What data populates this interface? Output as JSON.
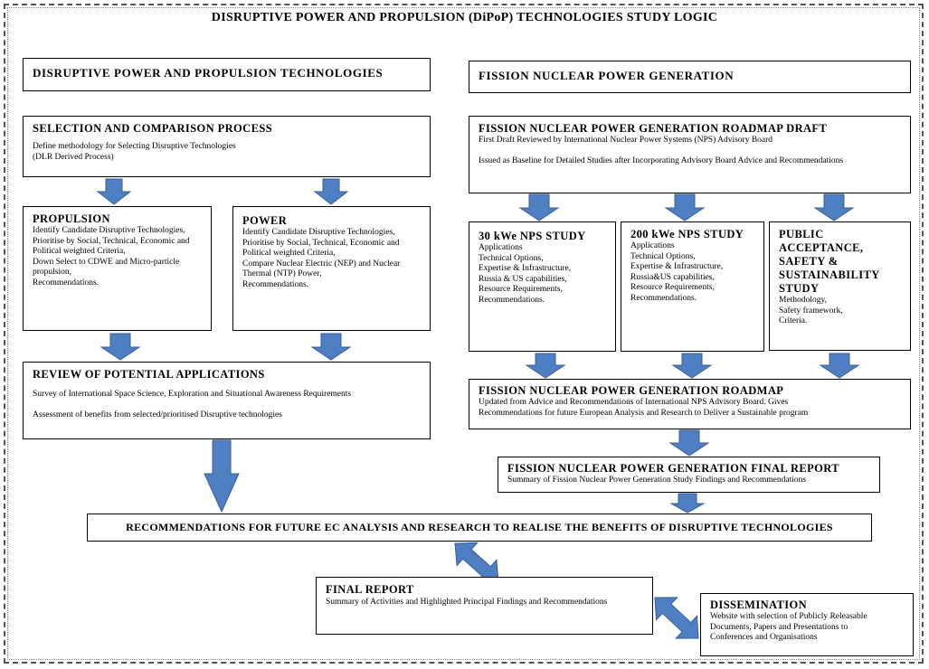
{
  "title": "DISRUPTIVE POWER AND PROPULSION (DiPoP) TECHNOLOGIES STUDY LOGIC",
  "left": {
    "header": "DISRUPTIVE POWER AND PROPULSION TECHNOLOGIES",
    "selection": {
      "title": "SELECTION AND COMPARISON PROCESS",
      "line1": "Define methodology for Selecting Disruptive Technologies",
      "line2": "(DLR Derived Process)"
    },
    "propulsion": {
      "title": "PROPULSION",
      "lines": [
        "Identify Candidate Disruptive Technologies,",
        "Prioritise by Social, Technical, Economic and Political weighted Criteria,",
        "Down Select to CDWE and Micro-particle propulsion,",
        "Recommendations."
      ]
    },
    "power": {
      "title": "POWER",
      "lines": [
        "Identify Candidate Disruptive Technologies,",
        "Prioritise by Social, Technical, Economic and Political weighted Criteria,",
        "Compare Nuclear Electric (NEP) and Nuclear Thermal (NTP) Power,",
        "Recommendations."
      ]
    },
    "review": {
      "title": "REVIEW OF POTENTIAL APPLICATIONS",
      "line1": "Survey of International Space Science, Exploration and Situational Awareness Requirements",
      "line2": "Assessment of benefits from selected/prioritised Disruptive technologies"
    }
  },
  "right": {
    "header": "FISSION NUCLEAR POWER GENERATION",
    "draft": {
      "title": "FISSION NUCLEAR POWER GENERATION ROADMAP DRAFT",
      "line1": "First Draft Reviewed by International Nuclear Power Systems (NPS) Advisory Board",
      "line2": "Issued as Baseline for Detailed Studies after Incorporating Advisory Board Advice and Recommendations"
    },
    "study30": {
      "title": "30 kWe NPS STUDY",
      "lines": [
        "Applications",
        "Technical Options,",
        "Expertise & Infrastructure,",
        "Russia & US capabilities,",
        "Resource Requirements,",
        "Recommendations."
      ]
    },
    "study200": {
      "title": "200 kWe NPS STUDY",
      "lines": [
        "Applications",
        "Technical Options,",
        "Expertise & Infrastructure,",
        "Russia&US capabilities,",
        "Resource Requirements,",
        "Recommendations."
      ]
    },
    "public": {
      "title_lines": [
        "PUBLIC",
        "ACCEPTANCE,",
        "SAFETY &",
        "SUSTAINABILITY",
        "STUDY"
      ],
      "lines": [
        "Methodology,",
        "Safety framework,",
        "Criteria."
      ]
    },
    "roadmap": {
      "title": "FISSION NUCLEAR POWER GENERATION ROADMAP",
      "line1": "Updated from Advice and Recommendations of International NPS Advisory Board. Gives",
      "line2": "Recommendations for future European Analysis and Research to Deliver a Sustainable program"
    },
    "final_report": {
      "title": "FISSION NUCLEAR POWER GENERATION FINAL REPORT",
      "line1": "Summary of Fission Nuclear Power Generation Study Findings and Recommendations"
    }
  },
  "recommendations": "RECOMMENDATIONS FOR FUTURE EC ANALYSIS AND RESEARCH TO REALISE THE BENEFITS OF DISRUPTIVE TECHNOLOGIES",
  "final_report": {
    "title": "FINAL REPORT",
    "line1": "Summary of Activities and Highlighted Principal Findings and Recommendations"
  },
  "dissemination": {
    "title": "DISSEMINATION",
    "lines": [
      "Website with selection of Publicly Releasable",
      "Documents, Papers and Presentations to",
      "Conferences and Organisations"
    ]
  },
  "colors": {
    "arrow_fill": "#4f7fc3",
    "arrow_stroke": "#3a5f96"
  }
}
